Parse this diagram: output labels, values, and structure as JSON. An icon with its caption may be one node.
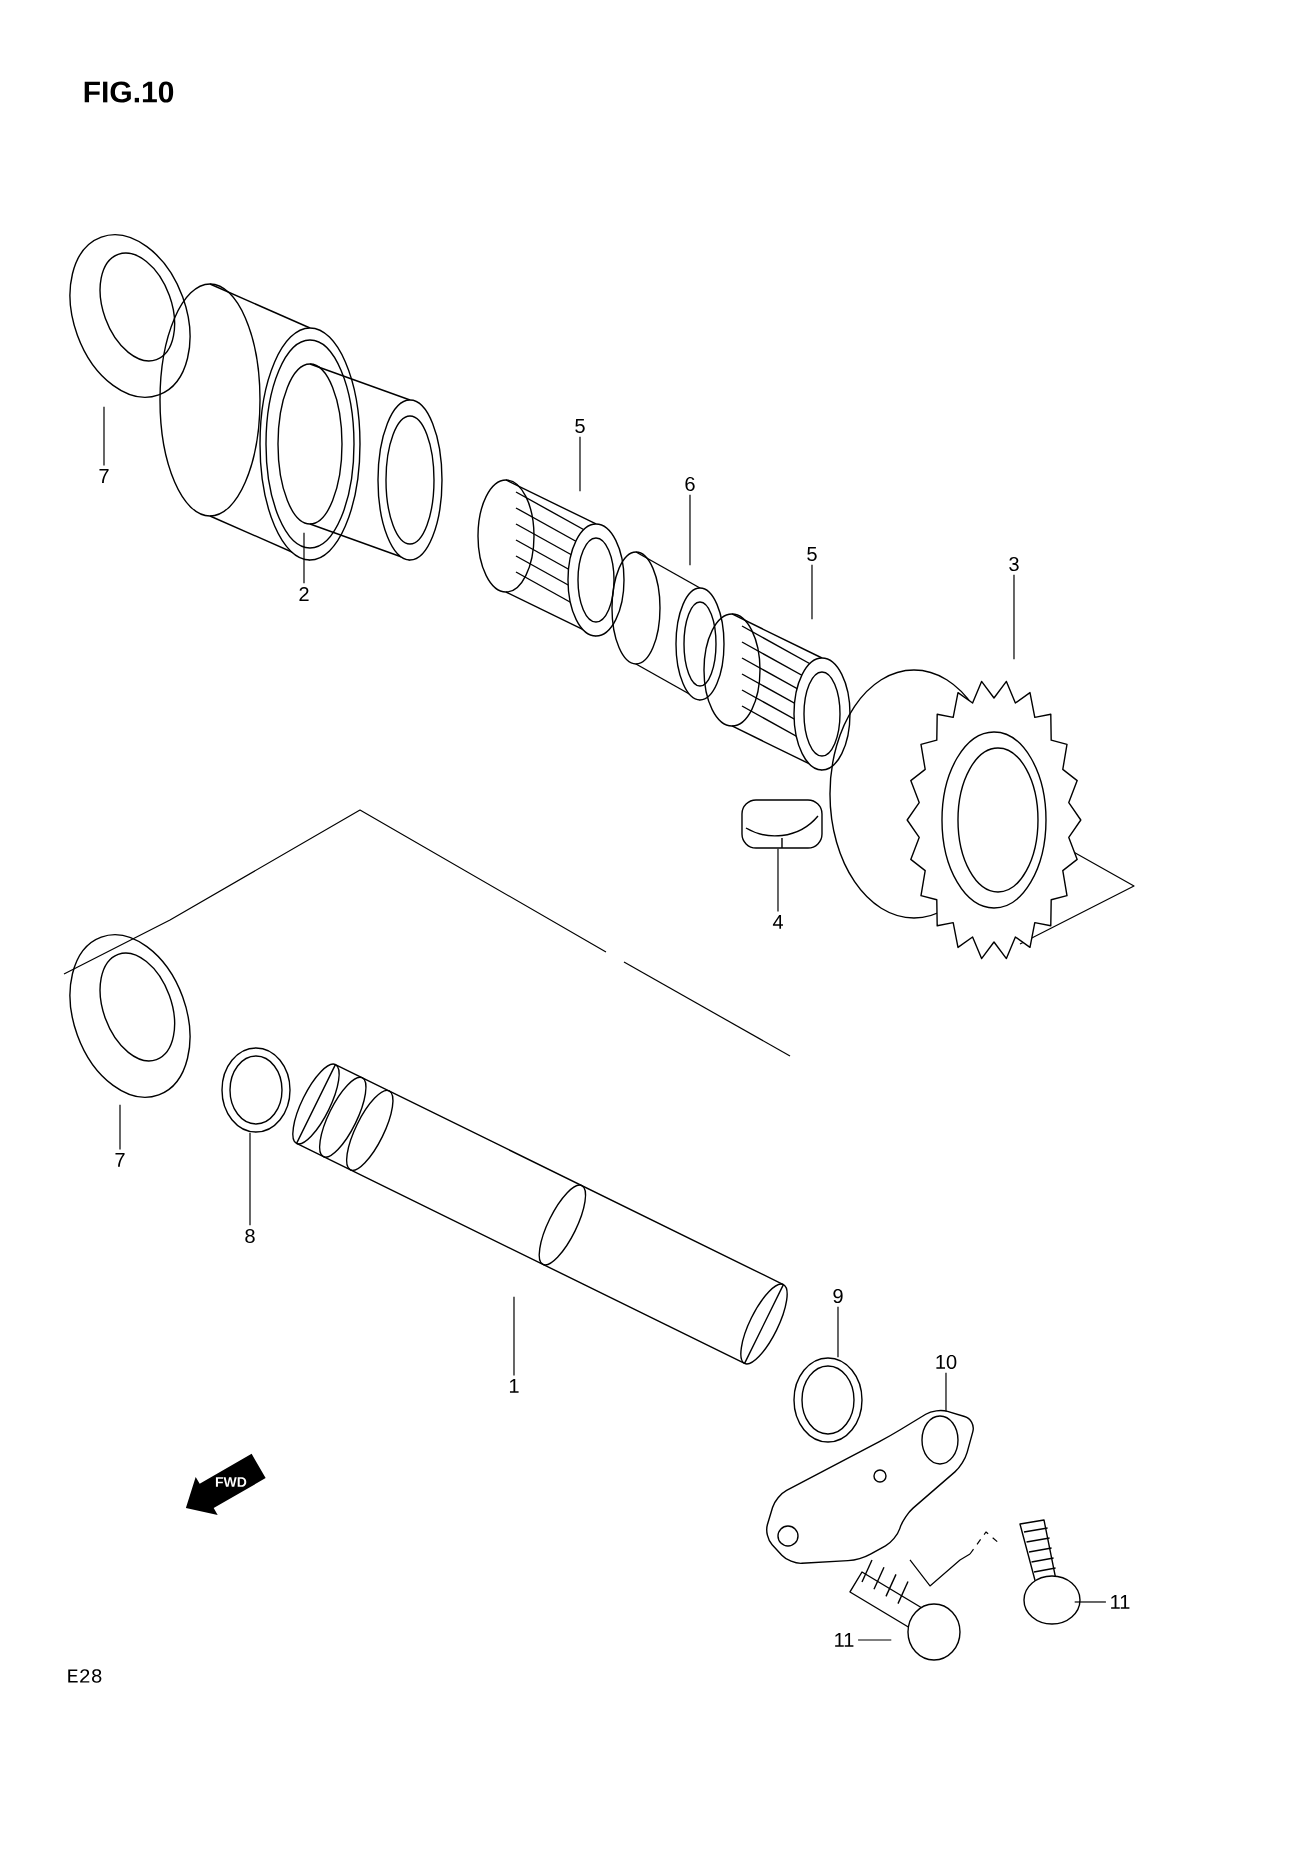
{
  "diagram": {
    "title": "FIG.10",
    "nodes": [
      {
        "text": [
          "7"
        ]
      },
      {
        "text": [],
        "shape": "picture"
      },
      {
        "text": [
          "2"
        ]
      },
      {
        "text": [],
        "shape": "picture"
      },
      {
        "text": [
          "5"
        ]
      },
      {
        "text": [],
        "shape": "picture"
      },
      {
        "text": [
          "6"
        ]
      },
      {
        "text": [],
        "shape": "picture"
      },
      {
        "text": [
          "5"
        ]
      },
      {
        "text": [],
        "shape": "picture"
      },
      {
        "text": [
          "3"
        ]
      },
      {
        "text": [],
        "shape": "picture"
      },
      {
        "text": [
          "4"
        ]
      },
      {
        "text": [],
        "shape": "picture"
      },
      {
        "text": [
          "7"
        ]
      },
      {
        "text": [],
        "shape": "picture"
      },
      {
        "text": [
          "8"
        ]
      },
      {
        "text": [],
        "shape": "picture"
      },
      {
        "text": [
          "1"
        ]
      },
      {
        "text": [],
        "shape": "picture"
      },
      {
        "text": [
          "9"
        ]
      },
      {
        "text": [],
        "shape": "picture"
      },
      {
        "text": [
          "10"
        ]
      },
      {
        "text": [],
        "shape": "picture"
      },
      {
        "text": [
          "11"
        ]
      },
      {
        "text": [],
        "shape": "picture"
      },
      {
        "text": [
          "11"
        ]
      },
      {
        "text": [],
        "shape": "picture"
      }
    ],
    "edges": [
      {
        "from": 0,
        "to": 1,
        "arrow": "none"
      },
      {
        "from": 2,
        "to": 3,
        "arrow": "none"
      },
      {
        "from": 4,
        "to": 5,
        "arrow": "none"
      },
      {
        "from": 6,
        "to": 7,
        "arrow": "none"
      },
      {
        "from": 8,
        "to": 9,
        "arrow": "none"
      },
      {
        "from": 10,
        "to": 11,
        "arrow": "none"
      },
      {
        "from": 12,
        "to": 13,
        "arrow": "none"
      },
      {
        "from": 14,
        "to": 15,
        "arrow": "none"
      },
      {
        "from": 16,
        "to": 17,
        "arrow": "none"
      },
      {
        "from": 18,
        "to": 19,
        "arrow": "none"
      },
      {
        "from": 20,
        "to": 21,
        "arrow": "none"
      },
      {
        "from": 22,
        "to": 23,
        "arrow": "none"
      },
      {
        "from": 24,
        "to": 25,
        "arrow": "none"
      },
      {
        "from": 26,
        "to": 27,
        "arrow": "none"
      }
    ],
    "labels": [
      "FWD",
      "E28"
    ]
  }
}
